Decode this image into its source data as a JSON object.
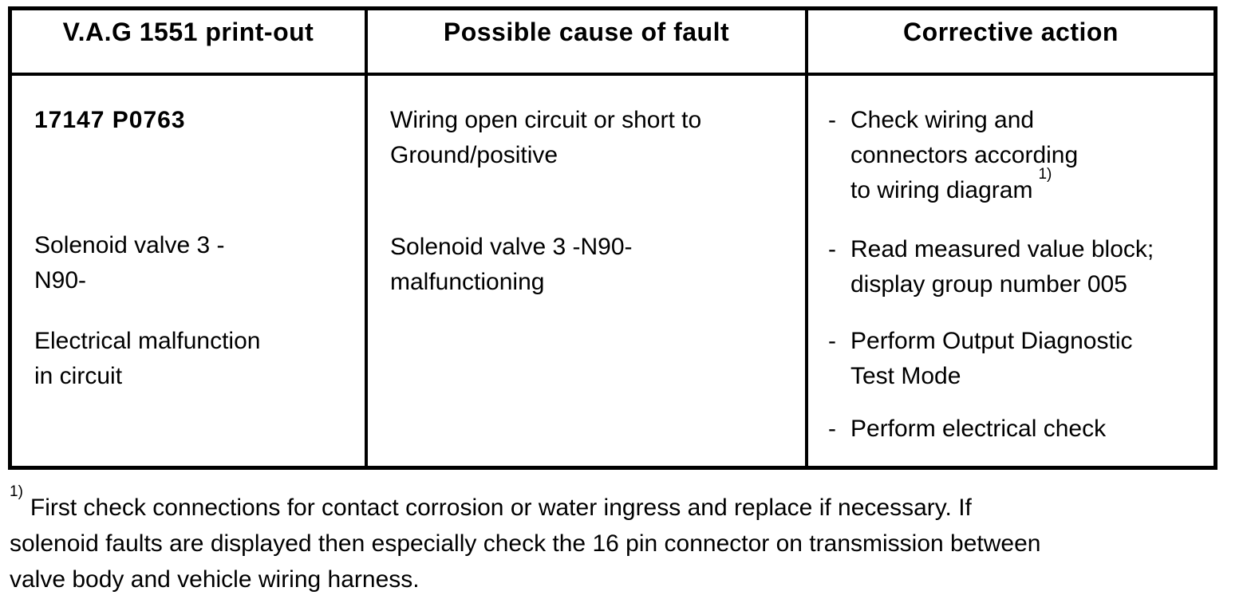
{
  "table": {
    "headers": [
      {
        "label": "V.A.G 1551 print-out"
      },
      {
        "label": "Possible cause of fault"
      },
      {
        "label": "Corrective action"
      }
    ],
    "row": {
      "printout": {
        "code": "17147 P0763",
        "component": "Solenoid valve 3 -\nN90-",
        "fault": "Electrical malfunction\nin circuit"
      },
      "causes": [
        "Wiring open circuit or short to\nGround/positive",
        "Solenoid valve 3 -N90-\nmalfunctioning"
      ],
      "actions": [
        {
          "dash": "-",
          "text": "Check wiring and\nconnectors according\nto wiring diagram",
          "footnote_ref": "1)"
        },
        {
          "dash": "-",
          "text": "Read measured value block;\ndisplay group number 005"
        },
        {
          "dash": "-",
          "text": "Perform Output Diagnostic\nTest Mode"
        },
        {
          "dash": "-",
          "text": "Perform electrical check"
        }
      ]
    }
  },
  "footnote": {
    "marker": "1)",
    "text": "First check connections for contact corrosion or water ingress and replace if necessary. If\nsolenoid faults are displayed then especially check the 16 pin connector on transmission between\nvalve body and vehicle wiring harness."
  },
  "colors": {
    "text": "#000000",
    "background": "#ffffff",
    "border": "#000000"
  }
}
